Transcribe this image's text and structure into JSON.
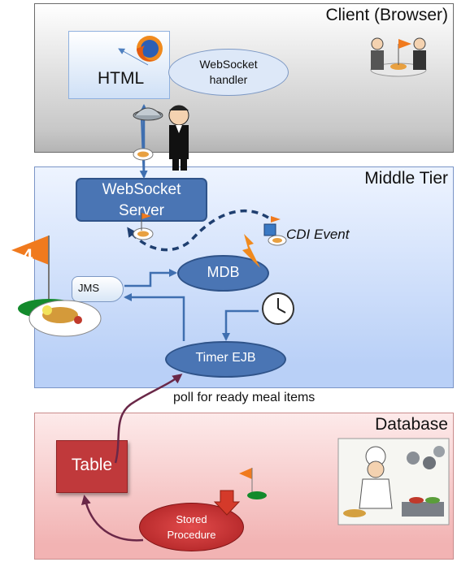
{
  "tiers": {
    "client": "Client (Browser)",
    "middle": "Middle Tier",
    "database": "Database"
  },
  "nodes": {
    "html": "HTML",
    "websocket_handler": "WebSocket\nhandler",
    "websocket_server": "WebSocket\nServer",
    "cdi_event": "CDI Event",
    "mdb": "MDB",
    "jms": "JMS",
    "timer_ejb": "Timer EJB",
    "table": "Table",
    "stored_procedure": "Stored\nProcedure"
  },
  "edge_labels": {
    "poll": "poll for ready meal items"
  },
  "flag_number": "4",
  "colors": {
    "node_blue": "#4a75b4",
    "arrow_blue": "#3f6fb0",
    "arrow_maroon": "#7a2a4e",
    "flag_orange": "#f07a1e",
    "db_red": "#c0393b"
  },
  "icons": [
    "firefox-icon",
    "waiter-icon",
    "diners-icon",
    "meal-plate-icon",
    "clock-icon",
    "chef-kitchen-icon",
    "order-flag-icon"
  ]
}
